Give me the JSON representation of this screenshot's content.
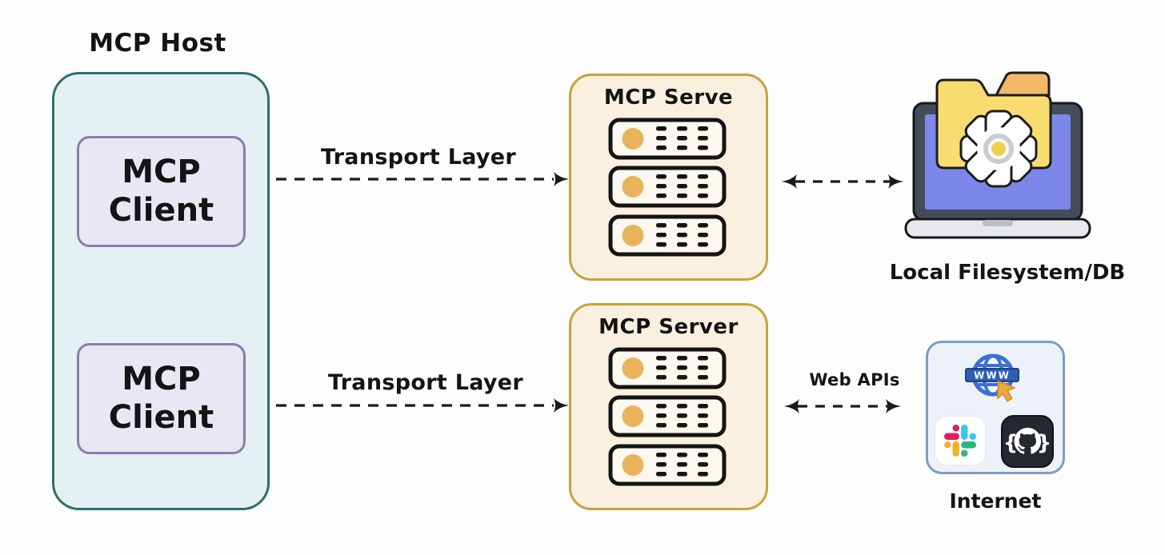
{
  "host": {
    "title": "MCP Host",
    "clients": [
      {
        "label": "MCP\nClient"
      },
      {
        "label": "MCP\nClient"
      }
    ]
  },
  "connections": {
    "transport_top": {
      "label": "Transport Layer"
    },
    "transport_bottom": {
      "label": "Transport Layer"
    },
    "web_apis": {
      "label": "Web APIs"
    }
  },
  "servers": [
    {
      "title": "MCP Serve",
      "rack_count": 3
    },
    {
      "title": "MCP Server",
      "rack_count": 3
    }
  ],
  "endpoints": {
    "filesystem": {
      "caption": "Local Filesystem/DB"
    },
    "internet": {
      "caption": "Internet",
      "globe_label": "WWW"
    }
  },
  "colors": {
    "host_fill": "#e3f1f3",
    "host_border": "#2f6f69",
    "client_fill": "#e9e7f2",
    "client_border": "#8d7bad",
    "server_fill": "#faf0e0",
    "server_border": "#c9a23c",
    "rack_fill": "#fcf8f0",
    "rack_outline": "#141414",
    "rack_led": "#e9b35e",
    "internet_fill": "#edf2f9",
    "internet_border": "#7e9ac8",
    "arrow": "#1a1a1a",
    "laptop_body": "#454c59",
    "laptop_screen": "#7b87e9",
    "laptop_base": "#e6e8eb",
    "folder_yellow": "#f8dc70",
    "folder_orange": "#f3b966",
    "gear_center": "#f0cf4e",
    "globe_blue": "#3a6fd8",
    "globe_banner": "#2e5db5",
    "cursor_orange": "#f0a93c",
    "slack_blue": "#36C5F0",
    "slack_green": "#2EB67D",
    "slack_yellow": "#ECB22E",
    "slack_red": "#E01E5A",
    "github_bg": "#24292f"
  }
}
